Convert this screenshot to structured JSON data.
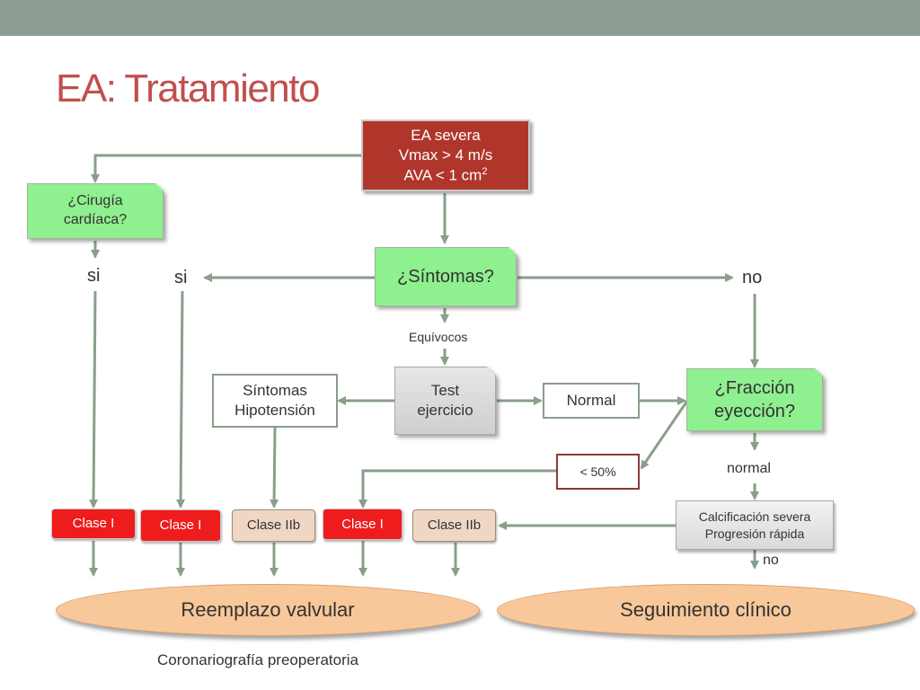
{
  "slide": {
    "title": "EA: Tratamiento"
  },
  "nodes": {
    "ea_severa": {
      "line1": "EA severa",
      "line2": "Vmax > 4 m/s",
      "line3": "AVA < 1 cm",
      "line3_sup": "2"
    },
    "cirugia": {
      "line1": "¿Cirugía",
      "line2": "cardíaca?"
    },
    "sintomas": {
      "text": "¿Síntomas?"
    },
    "test": {
      "line1": "Test",
      "line2": "ejercicio"
    },
    "sintomas_hipo": {
      "line1": "Síntomas",
      "line2": "Hipotensión"
    },
    "normal_box": {
      "text": "Normal"
    },
    "fraccion": {
      "line1": "¿Fracción",
      "line2": "eyección?"
    },
    "lt50": {
      "text": "< 50%"
    },
    "calcificacion": {
      "line1": "Calcificación severa",
      "line2": "Progresión rápida"
    }
  },
  "classes": [
    {
      "text": "Clase I",
      "kind": "red"
    },
    {
      "text": "Clase I",
      "kind": "red"
    },
    {
      "text": "Clase IIb",
      "kind": "tan"
    },
    {
      "text": "Clase I",
      "kind": "red"
    },
    {
      "text": "Clase IIb",
      "kind": "tan"
    }
  ],
  "labels": {
    "si_1": "si",
    "si_2": "si",
    "no_1": "no",
    "equivocos": "Equívocos",
    "normal": "normal",
    "no_2": "no"
  },
  "outcomes": {
    "reemplazo": "Reemplazo valvular",
    "seguimiento": "Seguimiento clínico"
  },
  "footer": {
    "note": "Coronariografía preoperatoria"
  },
  "colors": {
    "topbar": "#8f9e94",
    "title": "#c0504d",
    "arrow": "#8a9e8a",
    "green_box": "#8ff08f",
    "dark_red_box": "#b0362c",
    "clase_red": "#ee1c1c",
    "clase_tan": "#f0d7c4",
    "oval": "#f8c89a"
  }
}
